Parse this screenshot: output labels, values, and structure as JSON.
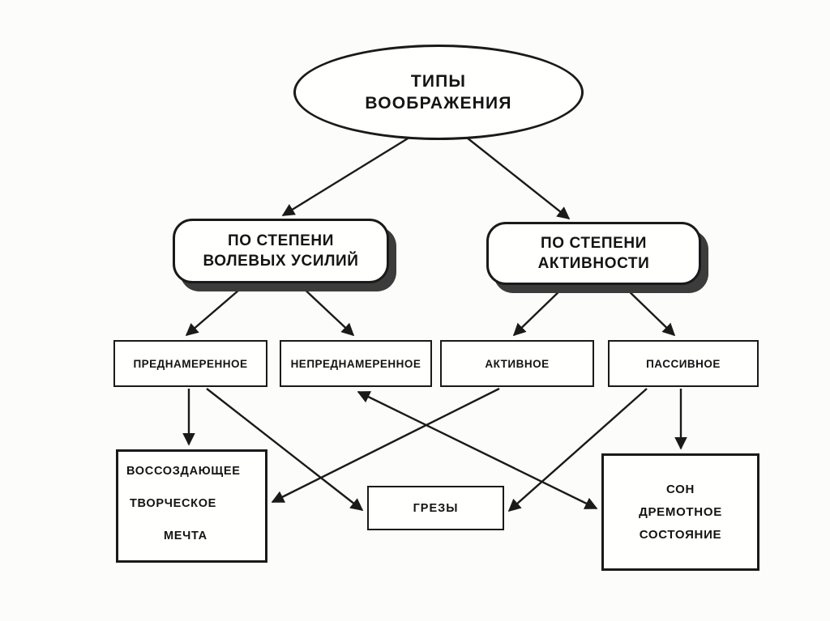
{
  "diagram": {
    "title": "ТИПЫ ВООБРАЖЕНИЯ",
    "root": {
      "line1": "ТИПЫ",
      "line2": "ВООБРАЖЕНИЯ"
    },
    "level1": [
      {
        "id": "by-volitional-effort",
        "line1": "ПО СТЕПЕНИ",
        "line2": "ВОЛЕВЫХ УСИЛИЙ"
      },
      {
        "id": "by-activity",
        "line1": "ПО СТЕПЕНИ",
        "line2": "АКТИВНОСТИ"
      }
    ],
    "level2": [
      {
        "id": "deliberate",
        "label": "ПРЕДНАМЕРЕННОЕ"
      },
      {
        "id": "unintentional",
        "label": "НЕПРЕДНАМЕРЕННОЕ"
      },
      {
        "id": "active",
        "label": "АКТИВНОЕ"
      },
      {
        "id": "passive",
        "label": "ПАССИВНОЕ"
      }
    ],
    "level3": {
      "recreating": {
        "id": "recreating-creative-dream",
        "lines": [
          "ВОССОЗДАЮЩЕЕ",
          "ТВОРЧЕСКОЕ",
          "МЕЧТА"
        ]
      },
      "daydreams": {
        "id": "daydreams",
        "label": "ГРЕЗЫ"
      },
      "sleep": {
        "id": "sleep-drowsy-state",
        "lines": [
          "СОН",
          "ДРЕМОТНОЕ",
          "СОСТОЯНИЕ"
        ]
      }
    },
    "edges": [
      {
        "from": "types-of-imagination",
        "to": "by-volitional-effort"
      },
      {
        "from": "types-of-imagination",
        "to": "by-activity"
      },
      {
        "from": "by-volitional-effort",
        "to": "deliberate"
      },
      {
        "from": "by-volitional-effort",
        "to": "unintentional"
      },
      {
        "from": "by-activity",
        "to": "active"
      },
      {
        "from": "by-activity",
        "to": "passive"
      },
      {
        "from": "deliberate",
        "to": "recreating-creative-dream"
      },
      {
        "from": "deliberate",
        "to": "daydreams"
      },
      {
        "from": "active",
        "to": "recreating-creative-dream"
      },
      {
        "from": "passive",
        "to": "daydreams"
      },
      {
        "from": "passive",
        "to": "sleep-drowsy-state"
      },
      {
        "from": "unintentional",
        "to": "sleep-drowsy-state",
        "bidirectional": true
      }
    ],
    "colors": {
      "ink": "#1a1a1a",
      "background": "#fcfcfa",
      "shadow": "#3c3c3c",
      "node_fill": "#fffffe"
    }
  }
}
